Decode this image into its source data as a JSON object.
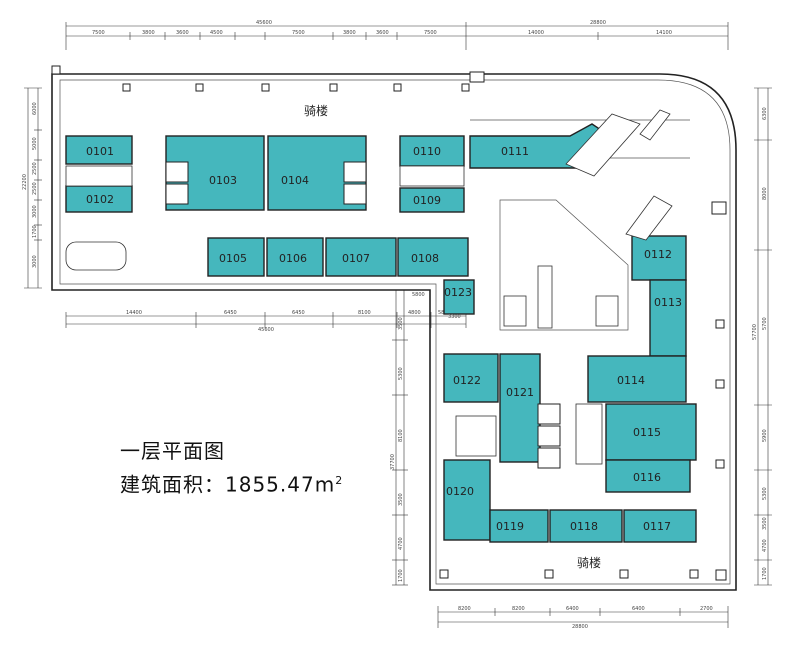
{
  "caption": {
    "title": "一层平面图",
    "area_label": "建筑面积：",
    "area_value": "1855.47",
    "area_unit": "m",
    "area_unit_sup": "2"
  },
  "arcade_labels": [
    "骑楼",
    "骑楼"
  ],
  "units": [
    {
      "id": "0101"
    },
    {
      "id": "0102"
    },
    {
      "id": "0103"
    },
    {
      "id": "0104"
    },
    {
      "id": "0105"
    },
    {
      "id": "0106"
    },
    {
      "id": "0107"
    },
    {
      "id": "0108"
    },
    {
      "id": "0109"
    },
    {
      "id": "0110"
    },
    {
      "id": "0111"
    },
    {
      "id": "0112"
    },
    {
      "id": "0113"
    },
    {
      "id": "0114"
    },
    {
      "id": "0115"
    },
    {
      "id": "0116"
    },
    {
      "id": "0117"
    },
    {
      "id": "0118"
    },
    {
      "id": "0119"
    },
    {
      "id": "0120"
    },
    {
      "id": "0121"
    },
    {
      "id": "0122"
    },
    {
      "id": "0123"
    }
  ],
  "dimensions": {
    "top_total": [
      "45600",
      "28800"
    ],
    "top_segments": [
      "7500",
      "3800",
      "3600",
      "4500",
      "7500",
      "3800",
      "3600",
      "7500",
      "14000",
      "14100"
    ],
    "middle_total": "45600",
    "middle_segments": [
      "14400",
      "6450",
      "6450",
      "8100",
      "4800",
      "5800"
    ],
    "bottom_total": "28800",
    "bottom_segments": [
      "8200",
      "8200",
      "6400",
      "6400",
      "2700"
    ],
    "left_segments": [
      "6000",
      "5000",
      "2500",
      "2500",
      "3000",
      "1700",
      "3000"
    ],
    "left_total": "22200",
    "right_segments": [
      "6300",
      "8000",
      "5700",
      "5900"
    ],
    "right_total": "57700",
    "lower_left_segments": [
      "3500",
      "5300",
      "8100",
      "3500",
      "4700",
      "1700"
    ],
    "lower_left_total": "37700",
    "lower_right_segments": [
      "5300",
      "3500",
      "4700",
      "1700"
    ],
    "unit_3300": "3300",
    "unit_5800": "5800"
  },
  "colors": {
    "unit_fill": "#45b7bd",
    "wall": "#222222",
    "background": "#ffffff"
  }
}
